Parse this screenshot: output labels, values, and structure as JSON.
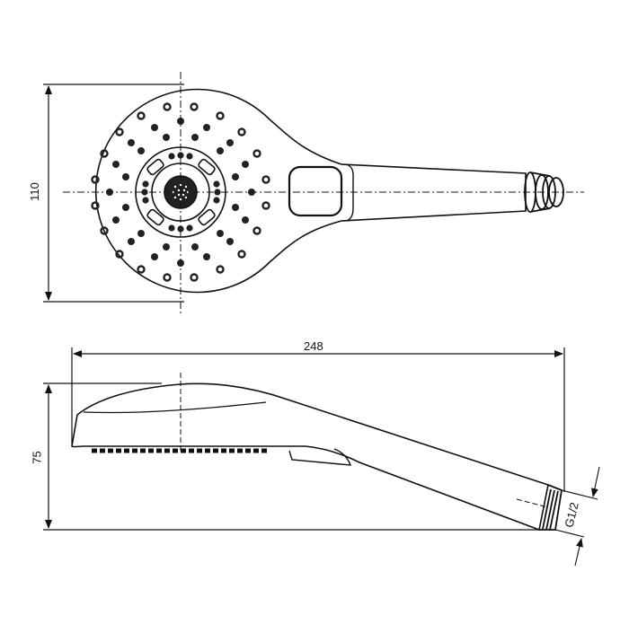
{
  "drawing": {
    "subject": "Hand shower technical drawing",
    "views": [
      "top-view",
      "side-view"
    ],
    "line_color": "#111111",
    "background": "#ffffff"
  },
  "dimensions": {
    "head_diameter": "110",
    "total_length": "248",
    "height": "75",
    "thread": "G1/2"
  }
}
